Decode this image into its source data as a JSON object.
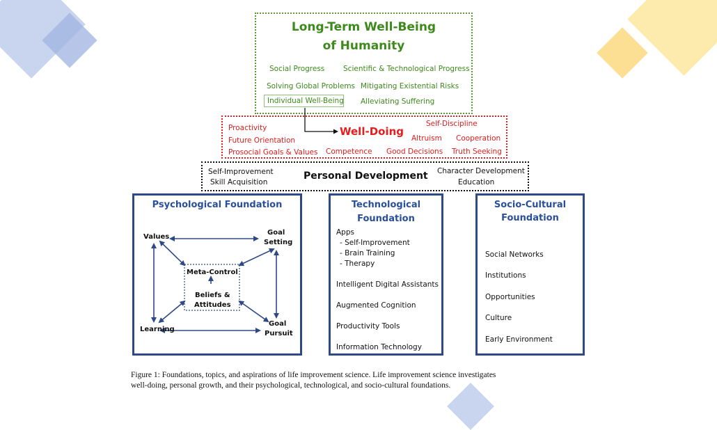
{
  "colors": {
    "green": "#3d8a1c",
    "red": "#e81c1c",
    "blue_heading": "#2a4f9a",
    "box_border_blue": "#2e4a86",
    "deco_blue": "#c5d2ee",
    "deco_yellow": "#fde9a4"
  },
  "top": {
    "title_line1": "Long-Term Well-Being",
    "title_line2": "of Humanity",
    "items": [
      "Social Progress",
      "Scientific & Technological Progress",
      "Solving Global Problems",
      "Mitigating Existential Risks",
      "Individual Well-Being",
      "Alleviating Suffering"
    ]
  },
  "welldoing": {
    "title": "Well-Doing",
    "items": [
      "Proactivity",
      "Self-Discipline",
      "Future Orientation",
      "Altruism",
      "Cooperation",
      "Prosocial Goals & Values",
      "Competence",
      "Good Decisions",
      "Truth Seeking"
    ]
  },
  "personal": {
    "title": "Personal Development",
    "left_items": [
      "Self-Improvement",
      "Skill Acquisition"
    ],
    "right_items": [
      "Character Development",
      "Education"
    ]
  },
  "psych": {
    "title": "Psychological Foundation",
    "nodes": [
      "Values",
      "Goal",
      "Setting",
      "Meta-Control",
      "Beliefs &",
      "Attitudes",
      "Learning",
      "Goal",
      "Pursuit"
    ]
  },
  "tech": {
    "title_line1": "Technological",
    "title_line2": "Foundation",
    "items": [
      "Apps",
      "- Self-Improvement",
      "- Brain Training",
      "- Therapy",
      "Intelligent Digital Assistants",
      "Augmented Cognition",
      "Productivity Tools",
      "Information Technology"
    ]
  },
  "socio": {
    "title_line1": "Socio-Cultural",
    "title_line2": "Foundation",
    "items": [
      "Social Networks",
      "Institutions",
      "Opportunities",
      "Culture",
      "Early Environment"
    ]
  },
  "caption": {
    "line1": "Figure 1: Foundations, topics, and aspirations of life improvement science. Life improvement science investigates",
    "line2": "well-doing, personal growth, and their psychological, technological, and socio-cultural foundations."
  }
}
